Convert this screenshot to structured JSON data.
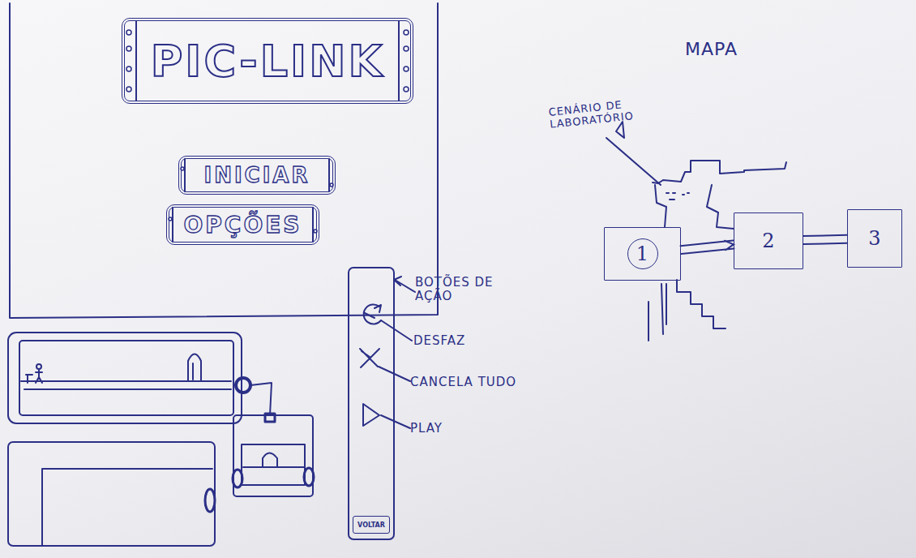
{
  "diagram": {
    "nodes": [
      {
        "text": [
          "PIC-LINK"
        ]
      },
      {
        "text": [
          "INICIAR"
        ]
      },
      {
        "text": [
          "OPÇÕES"
        ]
      },
      {
        "text": [
          "1"
        ]
      },
      {
        "text": [
          "2"
        ]
      },
      {
        "text": [
          "3"
        ]
      },
      {
        "text": [
          "VOLTAR"
        ]
      }
    ],
    "edges": [
      {
        "from": 3,
        "to": 4,
        "arrow": "to"
      },
      {
        "from": 4,
        "to": 5,
        "arrow": "none"
      }
    ],
    "labels": [
      "MAPA",
      "CENÁRIO DE LABORATÓRIO",
      "BOTÕES DE AÇÃO",
      "DESFAZ",
      "CANCELA TUDO",
      "PLAY"
    ]
  }
}
